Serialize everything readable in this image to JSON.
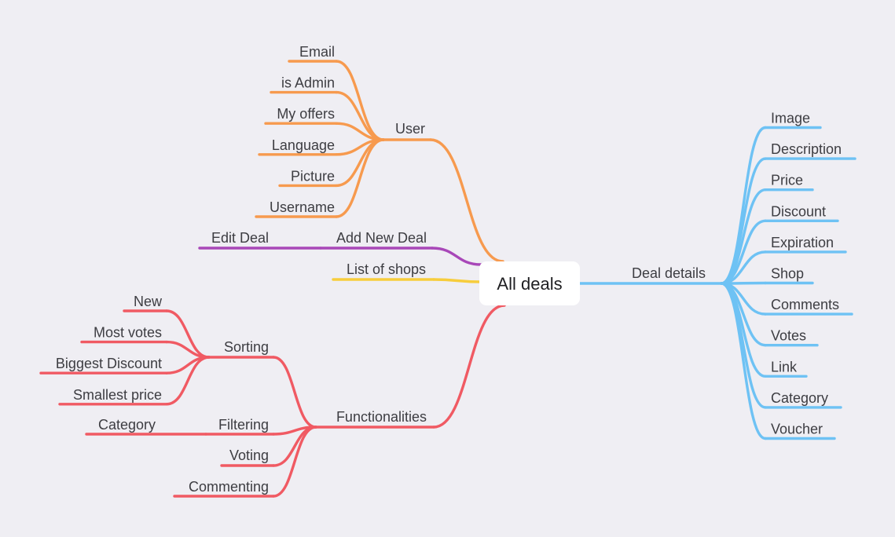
{
  "colors": {
    "background": "#efeef3",
    "orange": "#f79a4e",
    "purple": "#a847b8",
    "yellow": "#f7cd3c",
    "red": "#f05a63",
    "blue": "#6ec2f4"
  },
  "root": {
    "label": "All deals"
  },
  "branches": {
    "user": {
      "label": "User",
      "children": [
        "Email",
        "is Admin",
        "My offers",
        "Language",
        "Picture",
        "Username"
      ]
    },
    "add_new_deal": {
      "label": "Add New Deal",
      "children": [
        "Edit Deal"
      ]
    },
    "list_of_shops": {
      "label": "List of shops"
    },
    "functionalities": {
      "label": "Functionalities",
      "sorting": {
        "label": "Sorting",
        "children": [
          "New",
          "Most votes",
          "Biggest Discount",
          "Smallest price"
        ]
      },
      "filtering": {
        "label": "Filtering",
        "children": [
          "Category"
        ]
      },
      "voting": {
        "label": "Voting"
      },
      "commenting": {
        "label": "Commenting"
      }
    },
    "deal_details": {
      "label": "Deal details",
      "children": [
        "Image",
        "Description",
        "Price",
        "Discount",
        "Expiration",
        "Shop",
        "Comments",
        "Votes",
        "Link",
        "Category",
        "Voucher"
      ]
    }
  }
}
